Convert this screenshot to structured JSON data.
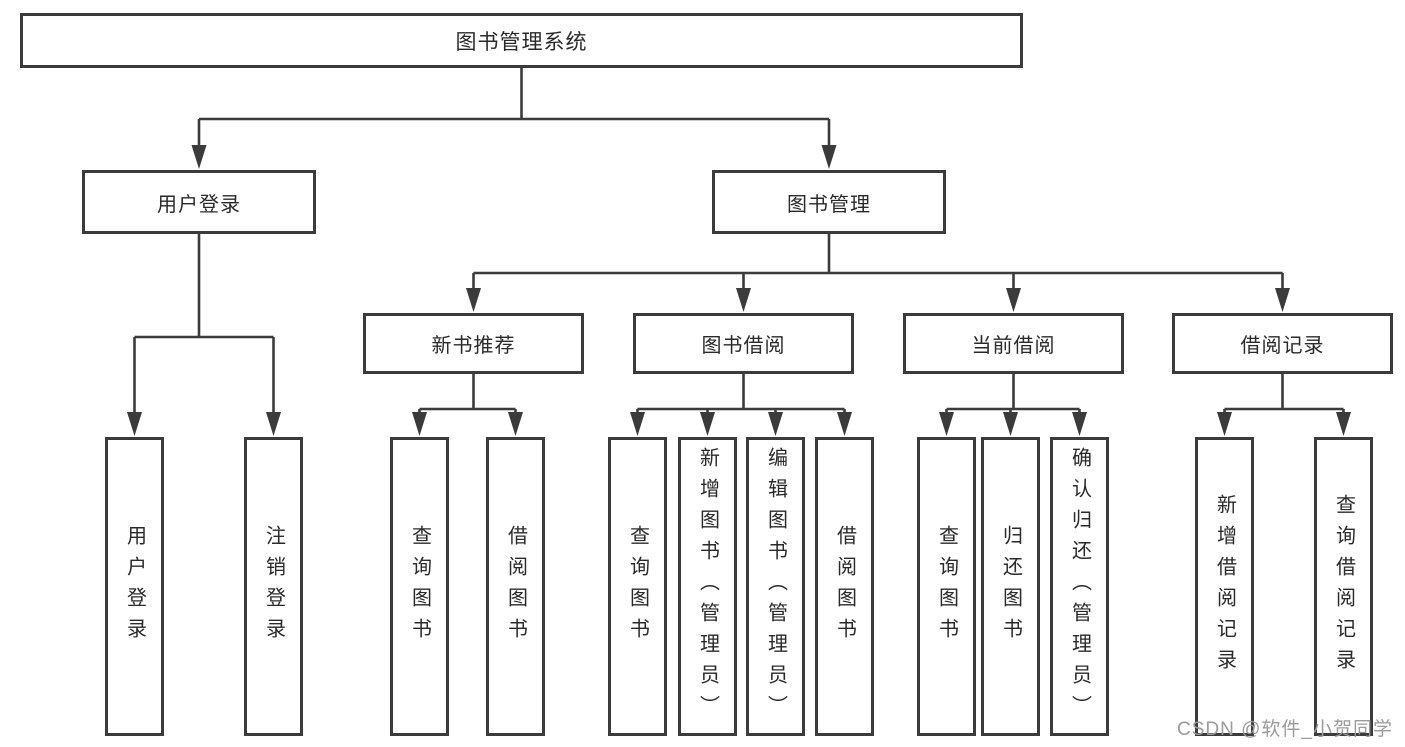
{
  "diagram_title": "图书管理系统",
  "nodes": {
    "root": "图书管理系统",
    "level2": {
      "user_login": "用户登录",
      "book_mgmt": "图书管理"
    },
    "level3": {
      "new_books": "新书推荐",
      "borrow": "图书借阅",
      "current": "当前借阅",
      "records": "借阅记录"
    },
    "leaves": {
      "user_login": [
        "用户登录",
        "注销登录"
      ],
      "new_books": [
        "查询图书",
        "借阅图书"
      ],
      "borrow": [
        "查询图书",
        "新增图书（管理员）",
        "编辑图书（管理员）",
        "借阅图书"
      ],
      "current": [
        "查询图书",
        "归还图书",
        "确认归还（管理员）"
      ],
      "records": [
        "新增借阅记录",
        "查询借阅记录"
      ]
    }
  },
  "watermark": "CSDN @软件_小贺同学",
  "colors": {
    "line": "#3b3b3b",
    "text": "#2a2a2a",
    "watermark": "#9b9b9b",
    "background": "#ffffff"
  }
}
